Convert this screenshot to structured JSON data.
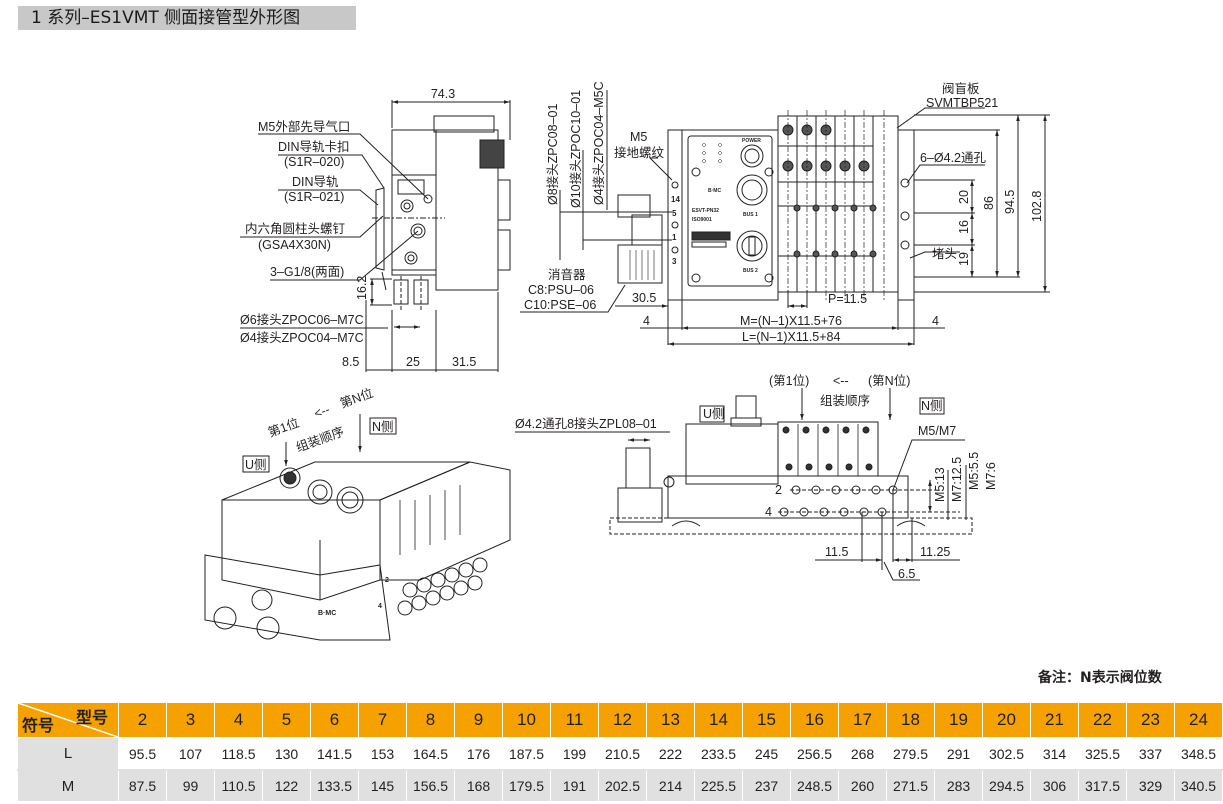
{
  "title": "1 系列–ES1VMT 侧面接管型外形图",
  "side_view": {
    "dim_width": "74.3",
    "label_m5_pilot": "M5外部先导气口",
    "label_din_clip": "DIN导轨卡扣",
    "label_din_clip_code": "(S1R–020)",
    "label_din_rail": "DIN导轨",
    "label_din_rail_code": "(S1R–021)",
    "label_screw": "内六角圆柱头螺钉",
    "label_screw_code": "(GSA4X30N)",
    "label_ports": "3–G1/8(两面)",
    "dim_port_height": "16.2",
    "label_fitting_6": "Ø6接头ZPOC06–M7C",
    "label_fitting_4": "Ø4接头ZPOC04–M7C",
    "dim_bottom": [
      "8.5",
      "25",
      "31.5"
    ]
  },
  "front_view": {
    "label_fitting_8": "Ø8接头ZPC08–01",
    "label_fitting_10": "Ø10接头ZPOC10–01",
    "label_fitting_4": "Ø4接头ZPOC04–M5C",
    "label_m5": "M5",
    "label_ground": "接地螺纹",
    "label_silencer": "消音器",
    "label_silencer_c8": "C8:PSU–06",
    "label_silencer_c10": "C10:PSE–06",
    "dim_30_5": "30.5",
    "dim_4_left": "4",
    "dim_4_right": "4",
    "dim_m": "M=(N–1)X11.5+76",
    "dim_l": "L=(N–1)X11.5+84",
    "dim_p": "P=11.5",
    "label_blank_plate": "阀盲板",
    "label_blank_plate_code": "SVMTBP521",
    "label_holes": "6–Ø4.2通孔",
    "label_plug": "堵头",
    "dims_vertical": [
      "20",
      "16",
      "19",
      "86",
      "94.5",
      "102.8"
    ],
    "port_numbers": [
      "14",
      "5",
      "1",
      "3"
    ],
    "module_text": [
      "POWER",
      "BUS 1",
      "BUS 2",
      "ESVT-PN32",
      "ISO9001",
      "B·MC"
    ]
  },
  "iso_view": {
    "label_first": "第1位",
    "label_arrow": "<--",
    "label_nth": "第N位",
    "label_order": "组装顺序",
    "label_u_side": "U侧",
    "label_n_side": "N侧",
    "brand": "B·MC",
    "ports": [
      "2",
      "4"
    ]
  },
  "bottom_view": {
    "label_first": "(第1位)",
    "label_arrow": "<--",
    "label_nth": "(第N位)",
    "label_order": "组装顺序",
    "label_u_side": "U侧",
    "label_n_side": "N侧",
    "label_fitting": "Ø4.2通孔8接头ZPL08–01",
    "label_m5m7": "M5/M7",
    "dim_m5_13": "M5:13",
    "dim_m7_12_5": "M7:12.5",
    "dim_m5_5_5": "M5:5.5",
    "dim_m7_6": "M7:6",
    "dim_11_5": "11.5",
    "dim_11_25": "11.25",
    "dim_6_5": "6.5",
    "ports": [
      "2",
      "4"
    ]
  },
  "note": "备注：N表示阀位数",
  "table": {
    "corner_top": "型号",
    "corner_bottom": "符号",
    "models": [
      "2",
      "3",
      "4",
      "5",
      "6",
      "7",
      "8",
      "9",
      "10",
      "11",
      "12",
      "13",
      "14",
      "15",
      "16",
      "17",
      "18",
      "19",
      "20",
      "21",
      "22",
      "23",
      "24"
    ],
    "rows": [
      {
        "symbol": "L",
        "values": [
          "95.5",
          "107",
          "118.5",
          "130",
          "141.5",
          "153",
          "164.5",
          "176",
          "187.5",
          "199",
          "210.5",
          "222",
          "233.5",
          "245",
          "256.5",
          "268",
          "279.5",
          "291",
          "302.5",
          "314",
          "325.5",
          "337",
          "348.5"
        ]
      },
      {
        "symbol": "M",
        "values": [
          "87.5",
          "99",
          "110.5",
          "122",
          "133.5",
          "145",
          "156.5",
          "168",
          "179.5",
          "191",
          "202.5",
          "214",
          "225.5",
          "237",
          "248.5",
          "260",
          "271.5",
          "283",
          "294.5",
          "306",
          "317.5",
          "329",
          "340.5"
        ]
      }
    ]
  },
  "colors": {
    "header_orange": "#f5a200",
    "title_gray": "#c8c8c8",
    "row_gray": "#e0e0e0",
    "line": "#231f20"
  }
}
